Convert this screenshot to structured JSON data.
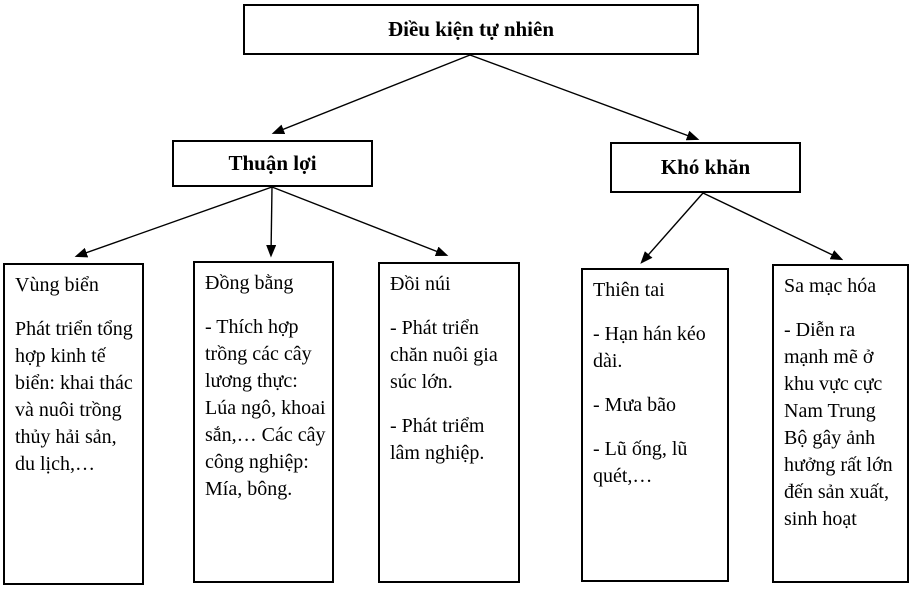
{
  "diagram": {
    "title": "Điều kiện tự nhiên",
    "colors": {
      "border": "#000000",
      "background": "#ffffff",
      "text": "#000000"
    },
    "root": {
      "id": "root",
      "label": "Điều kiện tự nhiên"
    },
    "branches": [
      {
        "id": "thuan-loi",
        "label": "Thuận lợi"
      },
      {
        "id": "kho-khan",
        "label": "Khó khăn"
      }
    ],
    "leaves": [
      {
        "id": "vung-bien",
        "title": "Vùng biển",
        "paragraphs": [
          "Phát triển tổng hợp kinh tế biển: khai thác và nuôi trồng thủy hải sản, du lịch,…"
        ]
      },
      {
        "id": "dong-bang",
        "title": "Đồng bằng",
        "paragraphs": [
          "- Thích hợp trồng các cây lương thực: Lúa ngô, khoai sắn,… Các cây công nghiệp: Mía, bông."
        ]
      },
      {
        "id": "doi-nui",
        "title": "Đồi núi",
        "paragraphs": [
          "- Phát triển chăn nuôi gia súc lớn.",
          "- Phát triểm lâm nghiệp."
        ]
      },
      {
        "id": "thien-tai",
        "title": "Thiên tai",
        "paragraphs": [
          "- Hạn hán kéo dài.",
          "- Mưa bão",
          "- Lũ ống, lũ quét,…"
        ]
      },
      {
        "id": "sa-mac-hoa",
        "title": "Sa mạc hóa",
        "paragraphs": [
          "- Diễn ra mạnh mẽ ở khu vực cực Nam Trung Bộ gây ảnh hưởng rất lớn đến sản xuất, sinh hoạt"
        ]
      }
    ],
    "edges": [
      {
        "from": "root",
        "to": "thuan-loi"
      },
      {
        "from": "root",
        "to": "kho-khan"
      },
      {
        "from": "thuan-loi",
        "to": "vung-bien"
      },
      {
        "from": "thuan-loi",
        "to": "dong-bang"
      },
      {
        "from": "thuan-loi",
        "to": "doi-nui"
      },
      {
        "from": "kho-khan",
        "to": "thien-tai"
      },
      {
        "from": "kho-khan",
        "to": "sa-mac-hoa"
      }
    ]
  }
}
